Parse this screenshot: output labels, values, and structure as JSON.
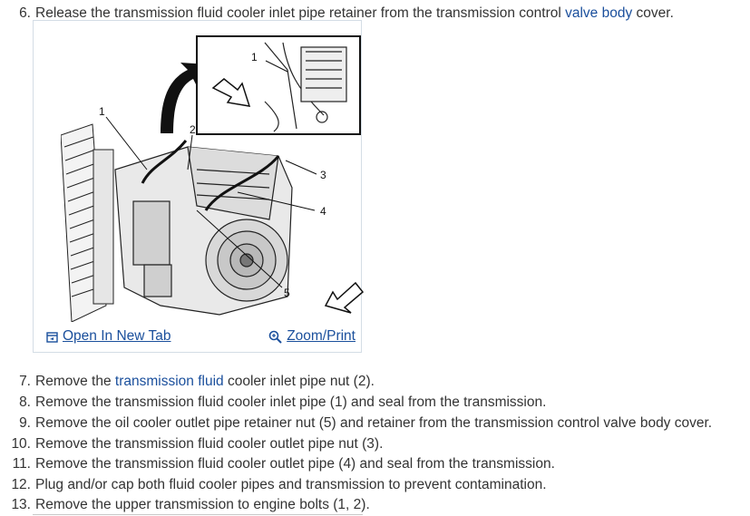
{
  "steps_top": [
    {
      "num": "6.",
      "pre": "Release the transmission fluid cooler inlet pipe retainer from the transmission control ",
      "link": "valve body",
      "post": " cover."
    }
  ],
  "figure": {
    "callouts": [
      "1",
      "2",
      "3",
      "4",
      "5",
      "1"
    ],
    "open_tab_label": "Open In New Tab",
    "zoom_label": "Zoom/Print",
    "open_tab_icon": "open-new-tab-icon",
    "zoom_icon": "magnifier-icon"
  },
  "steps": [
    {
      "num": "7.",
      "pre": "Remove the ",
      "link": "transmission fluid",
      "post": " cooler inlet pipe nut (2)."
    },
    {
      "num": "8.",
      "pre": "Remove the transmission fluid cooler inlet pipe (1) and seal from the transmission.",
      "link": "",
      "post": ""
    },
    {
      "num": "9.",
      "pre": "Remove the oil cooler outlet pipe retainer nut (5) and retainer from the transmission control valve body cover.",
      "link": "",
      "post": ""
    },
    {
      "num": "10.",
      "pre": "Remove the transmission fluid cooler outlet pipe nut (3).",
      "link": "",
      "post": ""
    },
    {
      "num": "11.",
      "pre": "Remove the transmission fluid cooler outlet pipe (4) and seal from the transmission.",
      "link": "",
      "post": ""
    },
    {
      "num": "12.",
      "pre": "Plug and/or cap both fluid cooler pipes and transmission to prevent contamination.",
      "link": "",
      "post": ""
    },
    {
      "num": "13.",
      "pre": "Remove the upper transmission to engine bolts (1, 2).",
      "link": "",
      "post": ""
    }
  ],
  "colors": {
    "link": "#1a4f9c",
    "text": "#333333",
    "border": "#d4dde5"
  }
}
